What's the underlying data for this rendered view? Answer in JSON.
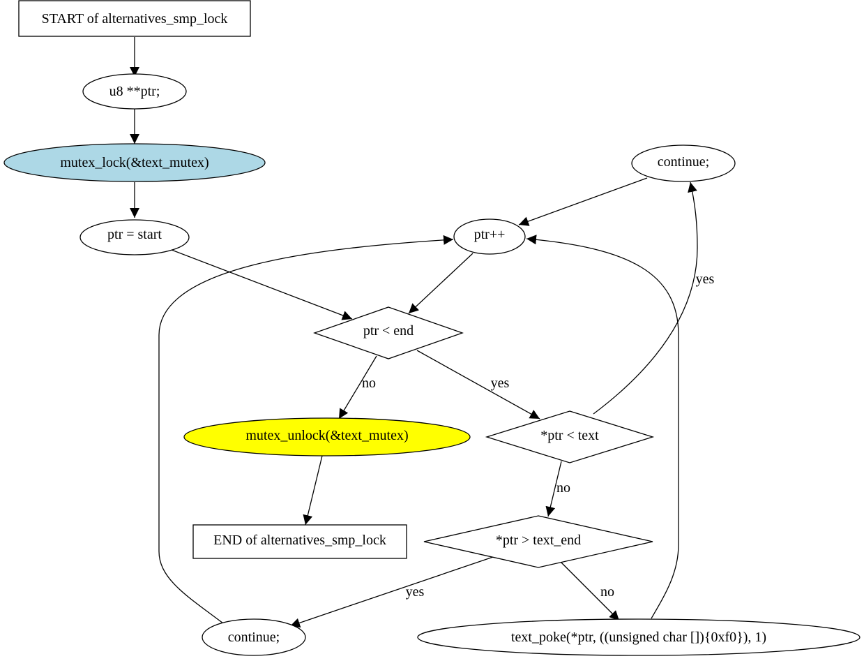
{
  "colors": {
    "stroke": "#000000",
    "background": "#ffffff",
    "lock_fill": "#add8e6",
    "unlock_fill": "#ffff00",
    "default_fill": "#ffffff"
  },
  "nodes": {
    "start": "START of alternatives_smp_lock",
    "decl": "u8 **ptr;",
    "lock": "mutex_lock(&text_mutex)",
    "init": "ptr = start",
    "incr": "ptr++",
    "cont_top": "continue;",
    "cond_end": "ptr < end",
    "unlock": "mutex_unlock(&text_mutex)",
    "cond_text": "*ptr < text",
    "end": "END of alternatives_smp_lock",
    "cond_text_end": "*ptr > text_end",
    "cont_bottom": "continue;",
    "poke": "text_poke(*ptr, ((unsigned char []){0xf0}), 1)"
  },
  "edge_labels": {
    "cond_end_no": "no",
    "cond_end_yes": "yes",
    "cond_text_yes": "yes",
    "cond_text_no": "no",
    "cond_text_end_yes": "yes",
    "cond_text_end_no": "no"
  }
}
